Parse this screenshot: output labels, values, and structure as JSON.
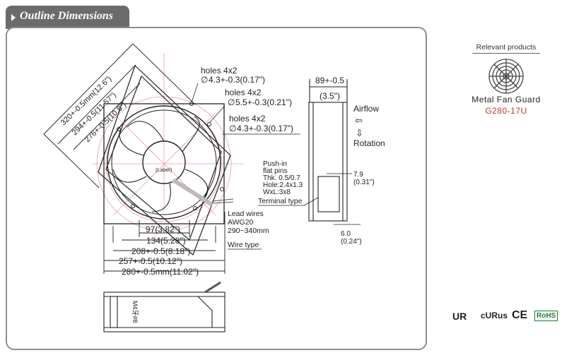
{
  "section": {
    "title": "Outline Dimensions"
  },
  "relevant_products": {
    "heading": "Relevant products",
    "product_name": "Metal Fan Guard",
    "product_code": "G280-17U"
  },
  "front_view": {
    "diag_dim_1": "320+-0.5mm(12.6\")",
    "diag_dim_2": "294+-0.5(11.57\")",
    "diag_dim_3": "276+-0.5(10.8\")",
    "holes_1": "holes 4x2",
    "holes_1_spec": "4.3+-0.3(0.17\")",
    "holes_2": "holes 4x2",
    "holes_2_spec": "5.5+-0.3(0.21\")",
    "holes_3": "holes 4x2",
    "holes_3_spec": "4.3+-0.3(0.17\")",
    "hub_label": "(Label)",
    "dim_97": "97(3.82\")",
    "dim_134": "134(5.28\")",
    "dim_208": "208+-0.5(8.18\")",
    "dim_257": "257+-0.5(10.12\")",
    "dim_280": "280+-0.5mm(11.02\")",
    "lead_wires": "Lead wires",
    "awg": "AWG20",
    "lead_length": "290~340mm",
    "wire_type": "Wire type"
  },
  "side_view": {
    "depth": "89+-0.5",
    "depth_in": "(3.5\")",
    "airflow": "Airflow",
    "rotation": "Rotation",
    "pushin": "Push-in",
    "flat_pins": "flat pins",
    "thk": "Thk. 0.5/0.7",
    "hole": "Hole:2.4x1.3",
    "wxl": "WxL:3x8",
    "terminal_type": "Terminal type",
    "dim_79": "7.9",
    "dim_79_in": "(0.31\")",
    "dim_60": "6.0",
    "dim_60_in": "(0.24\")"
  },
  "bottom_view": {
    "screw_label": "M4牙#8"
  },
  "certifications": [
    "UR",
    "cURus",
    "CE",
    "RoHS"
  ]
}
